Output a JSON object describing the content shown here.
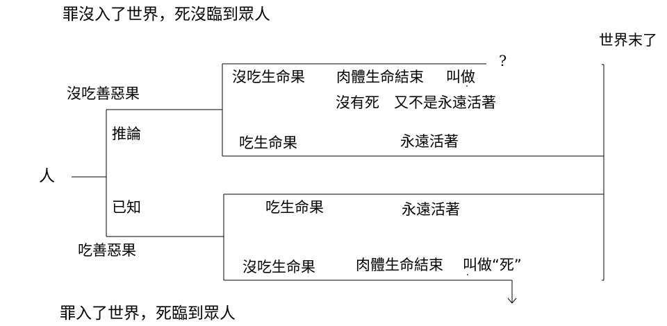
{
  "top_caption": "罪沒入了世界，死沒臨到眾人",
  "bottom_caption": "罪入了世界，死臨到眾人",
  "world_end": "世界末了",
  "question_mark": "?",
  "person": "人",
  "upper_branch": {
    "fruit_label": "沒吃善惡果",
    "path_label": "推論",
    "row1_left": "沒吃生命果",
    "row1_right_a": "肉體生命結束",
    "row1_right_b": "叫做",
    "row1_right_c": "沒有死",
    "row1_right_d": "又不是永遠活著",
    "row2_left": "吃生命果",
    "row2_right": "永遠活著"
  },
  "lower_branch": {
    "fruit_label": "吃善惡果",
    "path_label": "已知",
    "row1_left": "吃生命果",
    "row1_right": "永遠活著",
    "row2_left": "沒吃生命果",
    "row2_right_a": "肉體生命結束",
    "row2_right_b": "叫做“死”"
  },
  "colors": {
    "ink": "#000000",
    "background": "#ffffff"
  }
}
